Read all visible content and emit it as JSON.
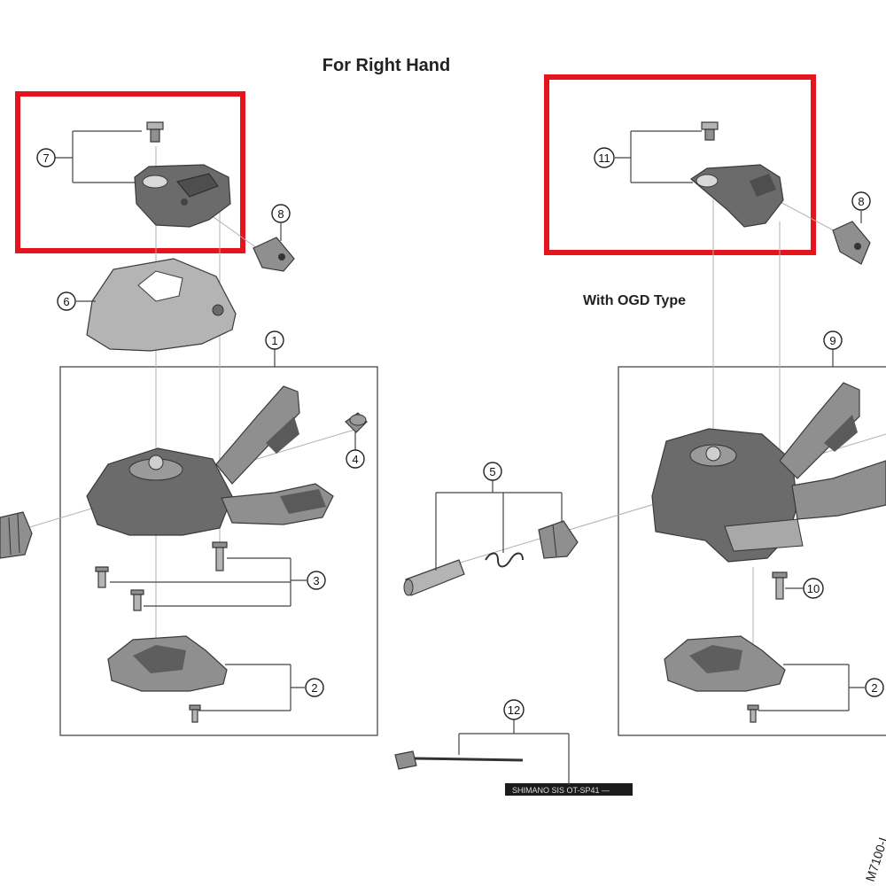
{
  "headings": {
    "right_hand": "For Right Hand",
    "ogd_type": "With OGD Type"
  },
  "model_code": "M7100-I",
  "cable_print": "SHIMANO SIS  OT-SP41 —",
  "callouts": {
    "c1": "1",
    "c2a": "2",
    "c2b": "2",
    "c3": "3",
    "c4": "4",
    "c5": "5",
    "c6": "6",
    "c7": "7",
    "c8a": "8",
    "c8b": "8",
    "c9": "9",
    "c10": "10",
    "c11": "11",
    "c12": "12"
  },
  "colors": {
    "highlight": "#e8141b",
    "part": "#7a7a7a",
    "frame": "#555555"
  }
}
